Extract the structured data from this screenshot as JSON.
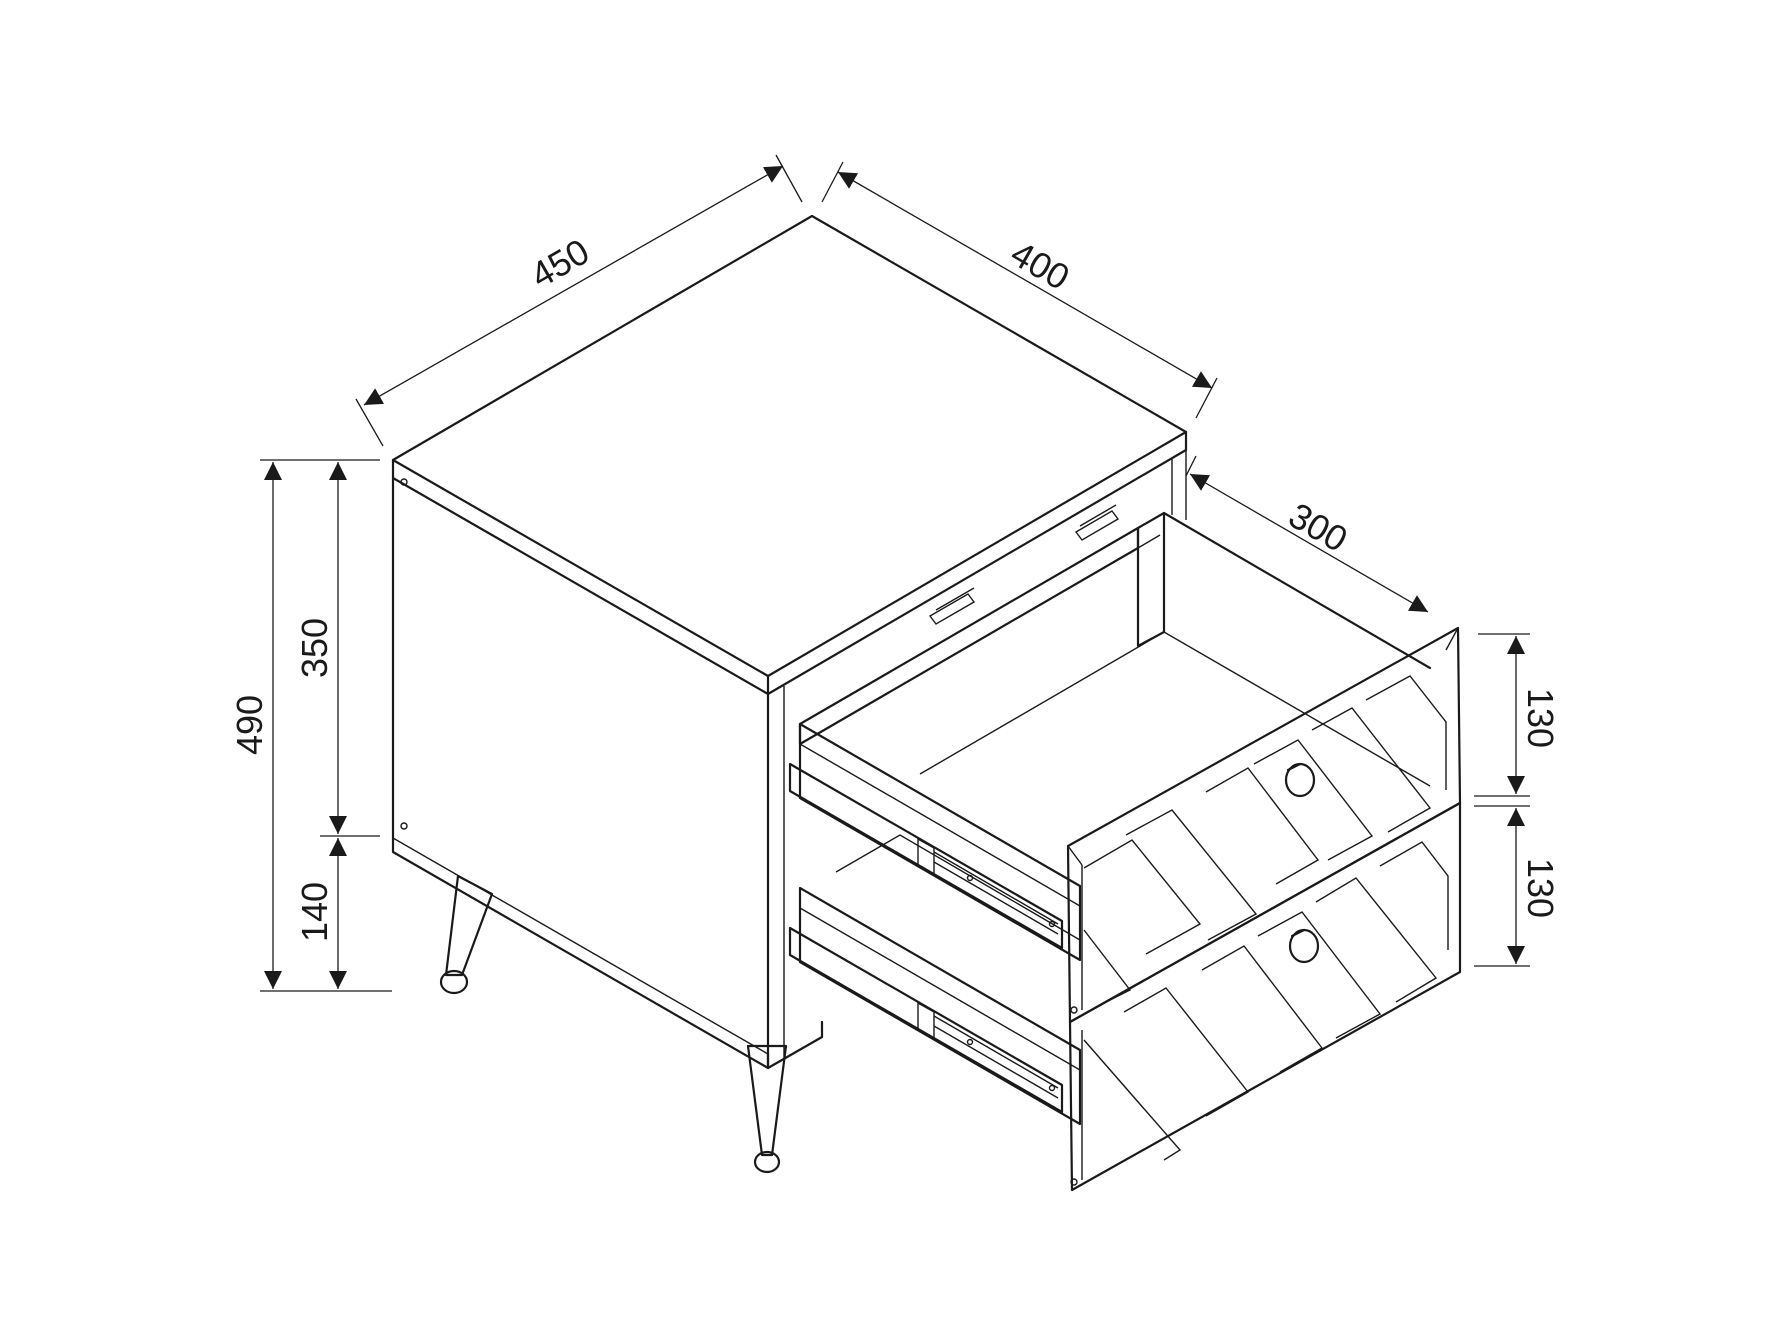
{
  "diagram": {
    "subject": "bedside-table-with-two-drawers",
    "line_color": "#1a1a1a",
    "background_color": "#ffffff",
    "dimensions": {
      "width": "450",
      "depth": "400",
      "drawer_extension": "300",
      "total_height": "490",
      "body_height": "350",
      "leg_height": "140",
      "upper_drawer_front": "130",
      "lower_drawer_front": "130"
    }
  }
}
